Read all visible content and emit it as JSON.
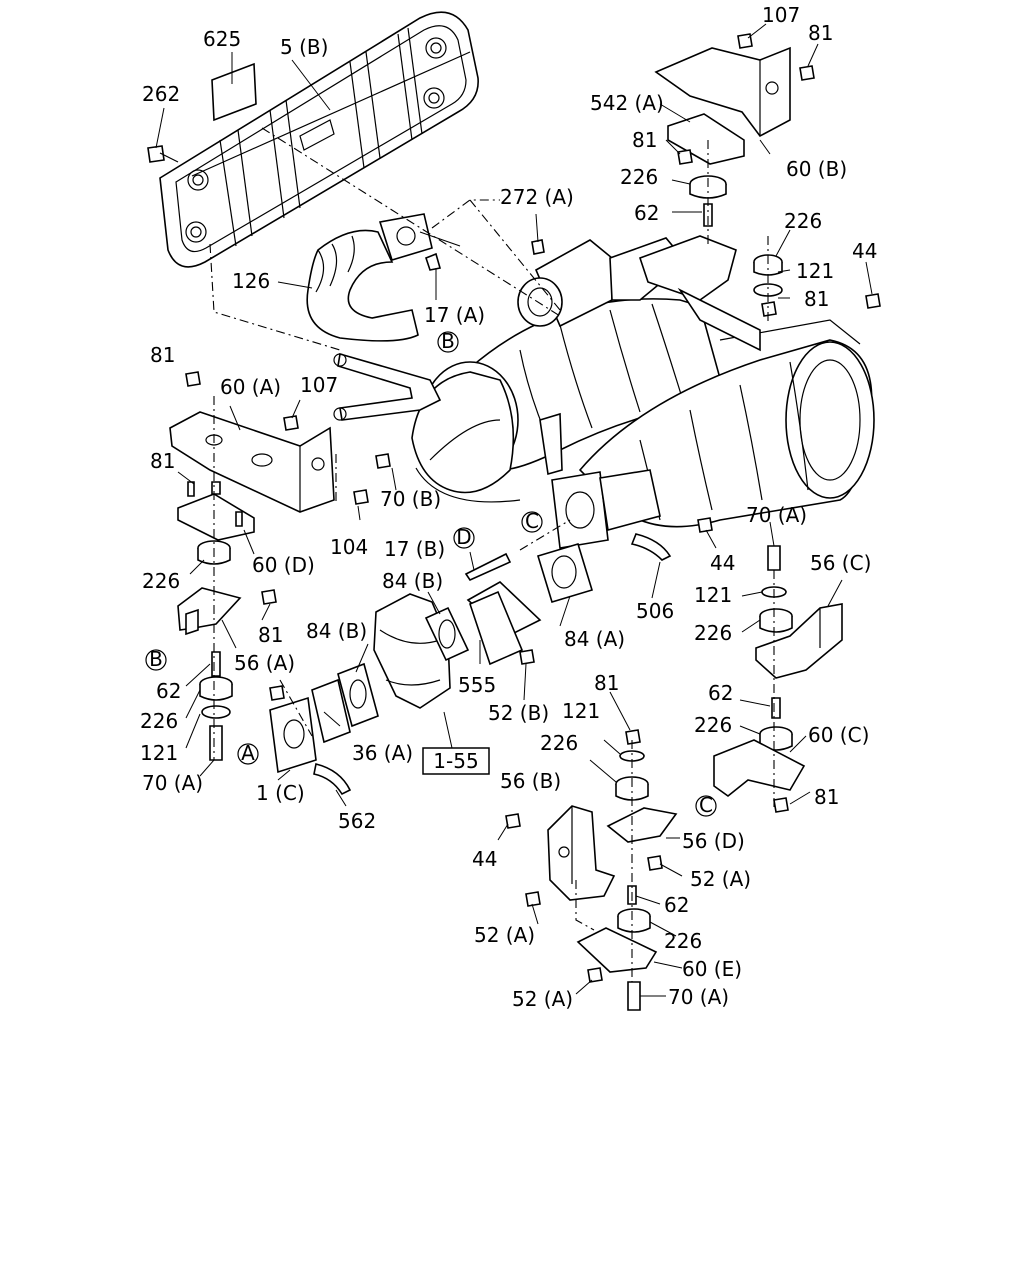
{
  "callouts": [
    {
      "id": "c625",
      "text": "625"
    },
    {
      "id": "c5b",
      "text": "5 (B)"
    },
    {
      "id": "c262",
      "text": "262"
    },
    {
      "id": "c126",
      "text": "126"
    },
    {
      "id": "c17a",
      "text": "17 (A)"
    },
    {
      "id": "c272a",
      "text": "272 (A)"
    },
    {
      "id": "c107top",
      "text": "107"
    },
    {
      "id": "c81top",
      "text": "81"
    },
    {
      "id": "c542a",
      "text": "542 (A)"
    },
    {
      "id": "c81b",
      "text": "81"
    },
    {
      "id": "c226top",
      "text": "226"
    },
    {
      "id": "c60b",
      "text": "60 (B)"
    },
    {
      "id": "c62top",
      "text": "62"
    },
    {
      "id": "c226r",
      "text": "226"
    },
    {
      "id": "c121r",
      "text": "121"
    },
    {
      "id": "c81r",
      "text": "81"
    },
    {
      "id": "c44top",
      "text": "44"
    },
    {
      "id": "c81l",
      "text": "81"
    },
    {
      "id": "c60a",
      "text": "60 (A)"
    },
    {
      "id": "c107l",
      "text": "107"
    },
    {
      "id": "c81l2",
      "text": "81"
    },
    {
      "id": "c70b",
      "text": "70 (B)"
    },
    {
      "id": "c104",
      "text": "104"
    },
    {
      "id": "c60d",
      "text": "60 (D)"
    },
    {
      "id": "c226l",
      "text": "226"
    },
    {
      "id": "c81l3",
      "text": "81"
    },
    {
      "id": "c56a",
      "text": "56 (A)"
    },
    {
      "id": "c62l",
      "text": "62"
    },
    {
      "id": "c226l2",
      "text": "226"
    },
    {
      "id": "c121l",
      "text": "121"
    },
    {
      "id": "c70a_l",
      "text": "70 (A)"
    },
    {
      "id": "c17b",
      "text": "17 (B)"
    },
    {
      "id": "c84b1",
      "text": "84 (B)"
    },
    {
      "id": "c84b2",
      "text": "84 (B)"
    },
    {
      "id": "c555",
      "text": "555"
    },
    {
      "id": "c84a",
      "text": "84 (A)"
    },
    {
      "id": "c506",
      "text": "506"
    },
    {
      "id": "c44m",
      "text": "44"
    },
    {
      "id": "c70a_r",
      "text": "70 (A)"
    },
    {
      "id": "c56c",
      "text": "56 (C)"
    },
    {
      "id": "c121m",
      "text": "121"
    },
    {
      "id": "c226m",
      "text": "226"
    },
    {
      "id": "c62m",
      "text": "62"
    },
    {
      "id": "c226m2",
      "text": "226"
    },
    {
      "id": "c60c",
      "text": "60 (C)"
    },
    {
      "id": "c81m",
      "text": "81"
    },
    {
      "id": "c36a",
      "text": "36 (A)"
    },
    {
      "id": "c1c",
      "text": "1 (C)"
    },
    {
      "id": "c562",
      "text": "562"
    },
    {
      "id": "c52b",
      "text": "52 (B)"
    },
    {
      "id": "c81c",
      "text": "81"
    },
    {
      "id": "c121c",
      "text": "121"
    },
    {
      "id": "c226c",
      "text": "226"
    },
    {
      "id": "c56b",
      "text": "56 (B)"
    },
    {
      "id": "c56d",
      "text": "56 (D)"
    },
    {
      "id": "c44b",
      "text": "44"
    },
    {
      "id": "c52a1",
      "text": "52 (A)"
    },
    {
      "id": "c62b",
      "text": "62"
    },
    {
      "id": "c52a2",
      "text": "52 (A)"
    },
    {
      "id": "c226b",
      "text": "226"
    },
    {
      "id": "c60e",
      "text": "60 (E)"
    },
    {
      "id": "c52a3",
      "text": "52 (A)"
    },
    {
      "id": "c70a_b",
      "text": "70 (A)"
    }
  ],
  "refs": {
    "ref_b1": "B",
    "ref_d": "D",
    "ref_c1": "C",
    "ref_b2": "B",
    "ref_a": "A",
    "ref_c2": "C"
  },
  "boxed_ref": "1-55"
}
